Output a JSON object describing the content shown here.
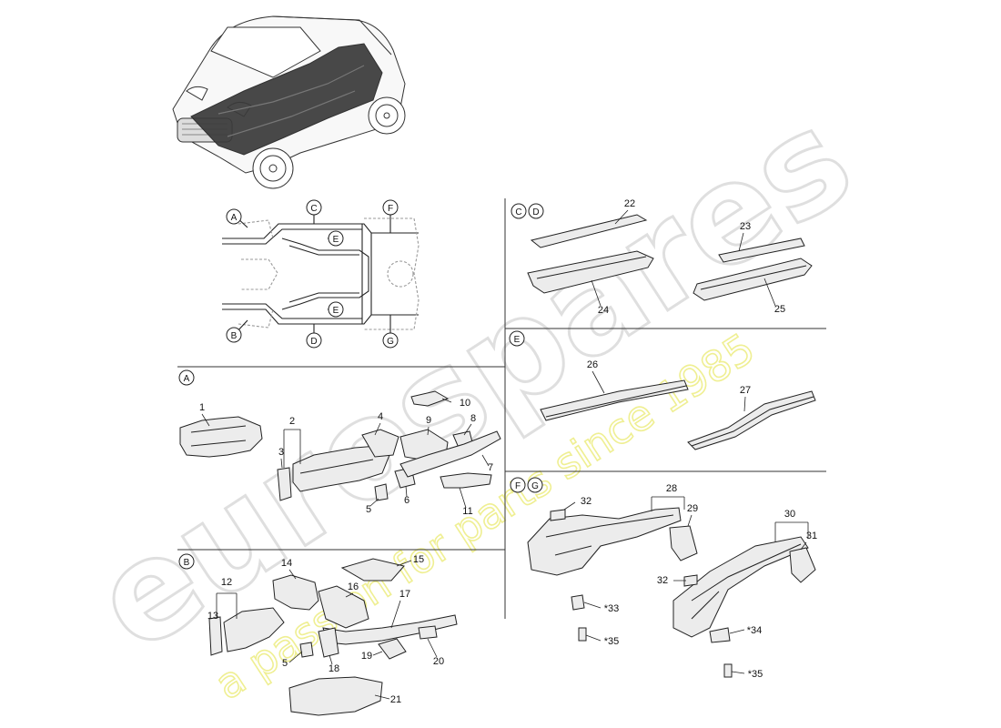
{
  "watermark": {
    "brand": "eurospares",
    "tagline": "a passion for parts since 1985",
    "brand_color": "#d9d9d9",
    "tagline_color": "#f0f08a"
  },
  "overview_markers": {
    "A": "A",
    "B": "B",
    "C_top": "C",
    "D_bottom": "D",
    "E_upper": "E",
    "E_lower": "E",
    "F": "F",
    "G": "G"
  },
  "sections": {
    "A": {
      "markers": [
        "A"
      ]
    },
    "B": {
      "markers": [
        "B"
      ]
    },
    "CD": {
      "markers": [
        "C",
        "D"
      ]
    },
    "E": {
      "markers": [
        "E"
      ]
    },
    "FG": {
      "markers": [
        "F",
        "G"
      ]
    }
  },
  "callouts": {
    "c1": "1",
    "c2": "2",
    "c3": "3",
    "c4": "4",
    "c5a": "5",
    "c6": "6",
    "c7": "7",
    "c8": "8",
    "c9": "9",
    "c10": "10",
    "c11": "11",
    "c12": "12",
    "c13": "13",
    "c14": "14",
    "c15": "15",
    "c16": "16",
    "c17": "17",
    "c5b": "5",
    "c18": "18",
    "c19": "19",
    "c20": "20",
    "c21": "21",
    "c22": "22",
    "c23": "23",
    "c24": "24",
    "c25": "25",
    "c26": "26",
    "c27": "27",
    "c28": "28",
    "c29": "29",
    "c30": "30",
    "c31": "31",
    "c32a": "32",
    "c32b": "32",
    "c33": "*33",
    "c34": "*34",
    "c35a": "*35",
    "c35b": "*35"
  },
  "colors": {
    "line": "#222222",
    "part_fill": "#ececec",
    "dark_floor": "#3a3a3a"
  }
}
